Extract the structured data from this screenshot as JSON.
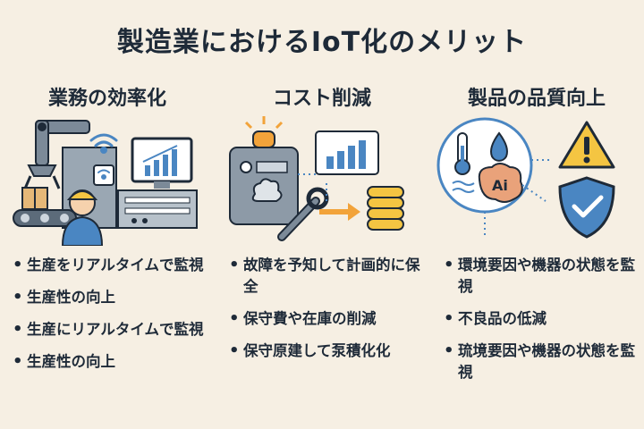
{
  "title": "製造業におけるIoT化のメリット",
  "columns": [
    {
      "heading": "業務の効率化",
      "bullets": [
        "生産をリアルタイムで監視",
        "生産性の向上",
        "生産にリアルタイムで監視",
        "生産性の向上"
      ]
    },
    {
      "heading": "コスト削減",
      "bullets": [
        "故障を予知して計画的に保全",
        "保守費や在庫の削減",
        "保守原建して泵積化化"
      ]
    },
    {
      "heading": "製品の品質向上",
      "bullets": [
        "環境要因や機器の状態を監視",
        "不良品の低減",
        "琉境要因や機器の状態を監視"
      ]
    }
  ],
  "ai_label": "Ai",
  "colors": {
    "navy": "#1e2a38",
    "steel": "#7c8a98",
    "blue": "#4a86c2",
    "orange": "#f2a33a",
    "yellow": "#f4c542",
    "background": "#f6efe3"
  }
}
